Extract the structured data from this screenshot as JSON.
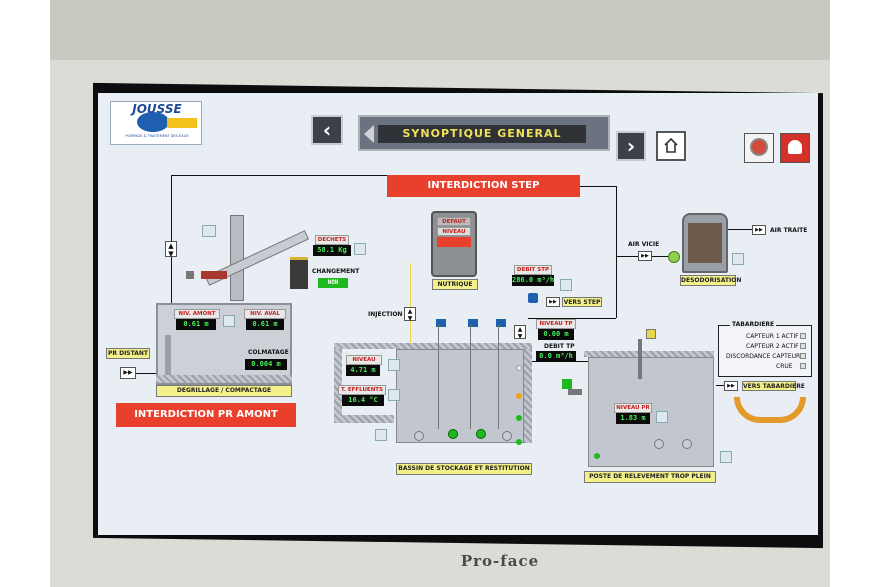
{
  "header": {
    "logo_text": "JOUSSE",
    "logo_subtitle": "POMPAGE & TRAITEMENT DES EAUX",
    "title": "SYNOPTIQUE GENERAL",
    "prev_glyph": "‹",
    "next_glyph": "›"
  },
  "alarms": {
    "interdiction_step": "INTERDICTION STEP",
    "interdiction_pr_amont": "INTERDICTION PR AMONT"
  },
  "degrillage": {
    "dechets_label": "DECHETS",
    "dechets_value": "58.1 Kg",
    "changement_label": "CHANGEMENT",
    "changement_value": "NON",
    "niv_amont_label": "NIV. AMONT",
    "niv_amont_value": "0.61 m",
    "niv_aval_label": "NIV. AVAL",
    "niv_aval_value": "0.61 m",
    "colmatage_label": "COLMATAGE",
    "colmatage_value": "0.004 m",
    "section_label": "DEGRILLAGE / COMPACTAGE",
    "pr_distant_label": "PR DISTANT"
  },
  "nutrique": {
    "defaut_label": "DEFAUT",
    "niveau_label": "NIVEAU",
    "section_label": "NUTRIQUE"
  },
  "injection": {
    "label": "INJECTION"
  },
  "debit_step": {
    "label": "DEBIT STP",
    "value": "286.0 m³/h",
    "vers_step": "VERS STEP"
  },
  "bassin": {
    "niveau_label": "NIVEAU",
    "niveau_value": "4.71 m",
    "t_effluents_label": "T. EFFLUENTS",
    "t_effluents_value": "16.4 °C",
    "section_label": "BASSIN DE STOCKAGE ET RESTITUTION"
  },
  "trop_plein": {
    "niveau_tp_label": "NIVEAU TP",
    "niveau_tp_value": "0.00 m",
    "debit_tp_label": "DEBIT TP",
    "debit_tp_value": "0.0 m³/h"
  },
  "poste": {
    "niveau_pr_label": "NIVEAU PR",
    "niveau_pr_value": "1.83 m",
    "section_label": "POSTE DE RELEVEMENT TROP PLEIN"
  },
  "desodorisation": {
    "air_vicie": "AIR VICIE",
    "air_traite": "AIR TRAITE",
    "section_label": "DESODORISATION"
  },
  "tabardiere": {
    "title": "TABARDIERE",
    "items": [
      "CAPTEUR 1 ACTIF",
      "CAPTEUR 2 ACTIF",
      "DISCORDANCE CAPTEUR",
      "CRUE"
    ],
    "vers_label": "VERS TABARDIERE"
  },
  "footer": {
    "brand": "Pro-face"
  },
  "colors": {
    "alarm_red": "#e8402c",
    "value_green": "#46f05a",
    "label_yellow": "#f4f18a",
    "pump_on": "#1fb81f"
  }
}
